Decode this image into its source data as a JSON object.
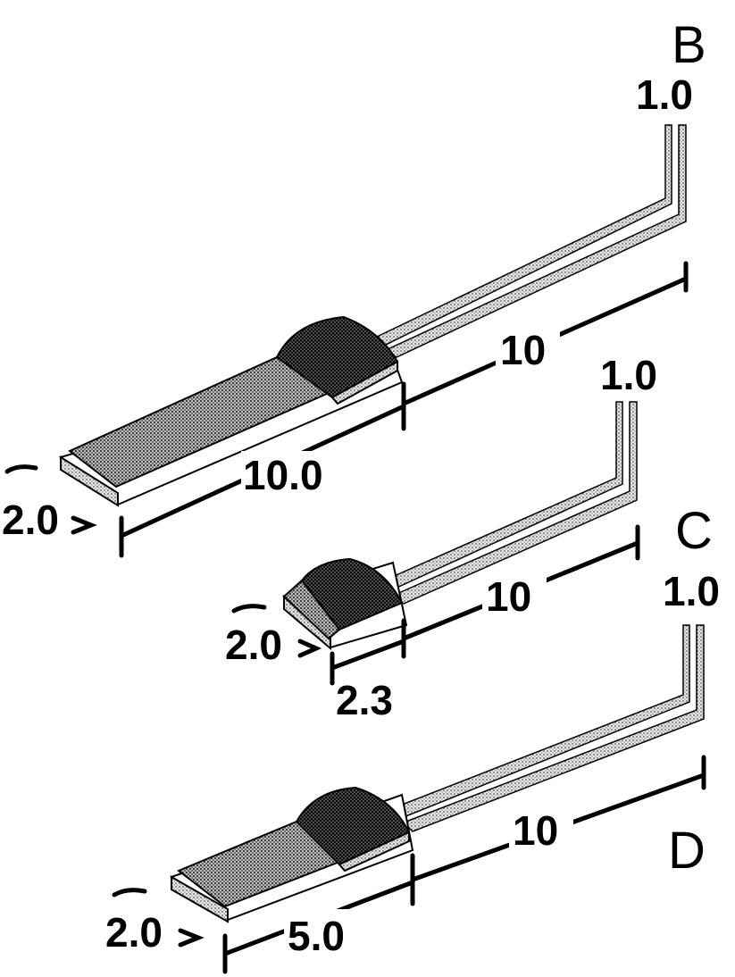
{
  "panels": [
    {
      "id": "B",
      "label": "B",
      "wire_thickness": "1.0",
      "wire_length": "10",
      "pad_length": "10.0",
      "pad_width": "2.0"
    },
    {
      "id": "C",
      "label": "C",
      "wire_thickness": "1.0",
      "wire_length": "10",
      "pad_length": "2.3",
      "pad_width": "2.0"
    },
    {
      "id": "D",
      "label": "D",
      "wire_thickness": "1.0",
      "wire_length": "10",
      "pad_length": "5.0",
      "pad_width": "2.0"
    }
  ],
  "colors": {
    "ink": "#000000",
    "background": "#ffffff",
    "stipple_light": "#d9d9d9",
    "stipple_dark": "#7a7a7a"
  }
}
